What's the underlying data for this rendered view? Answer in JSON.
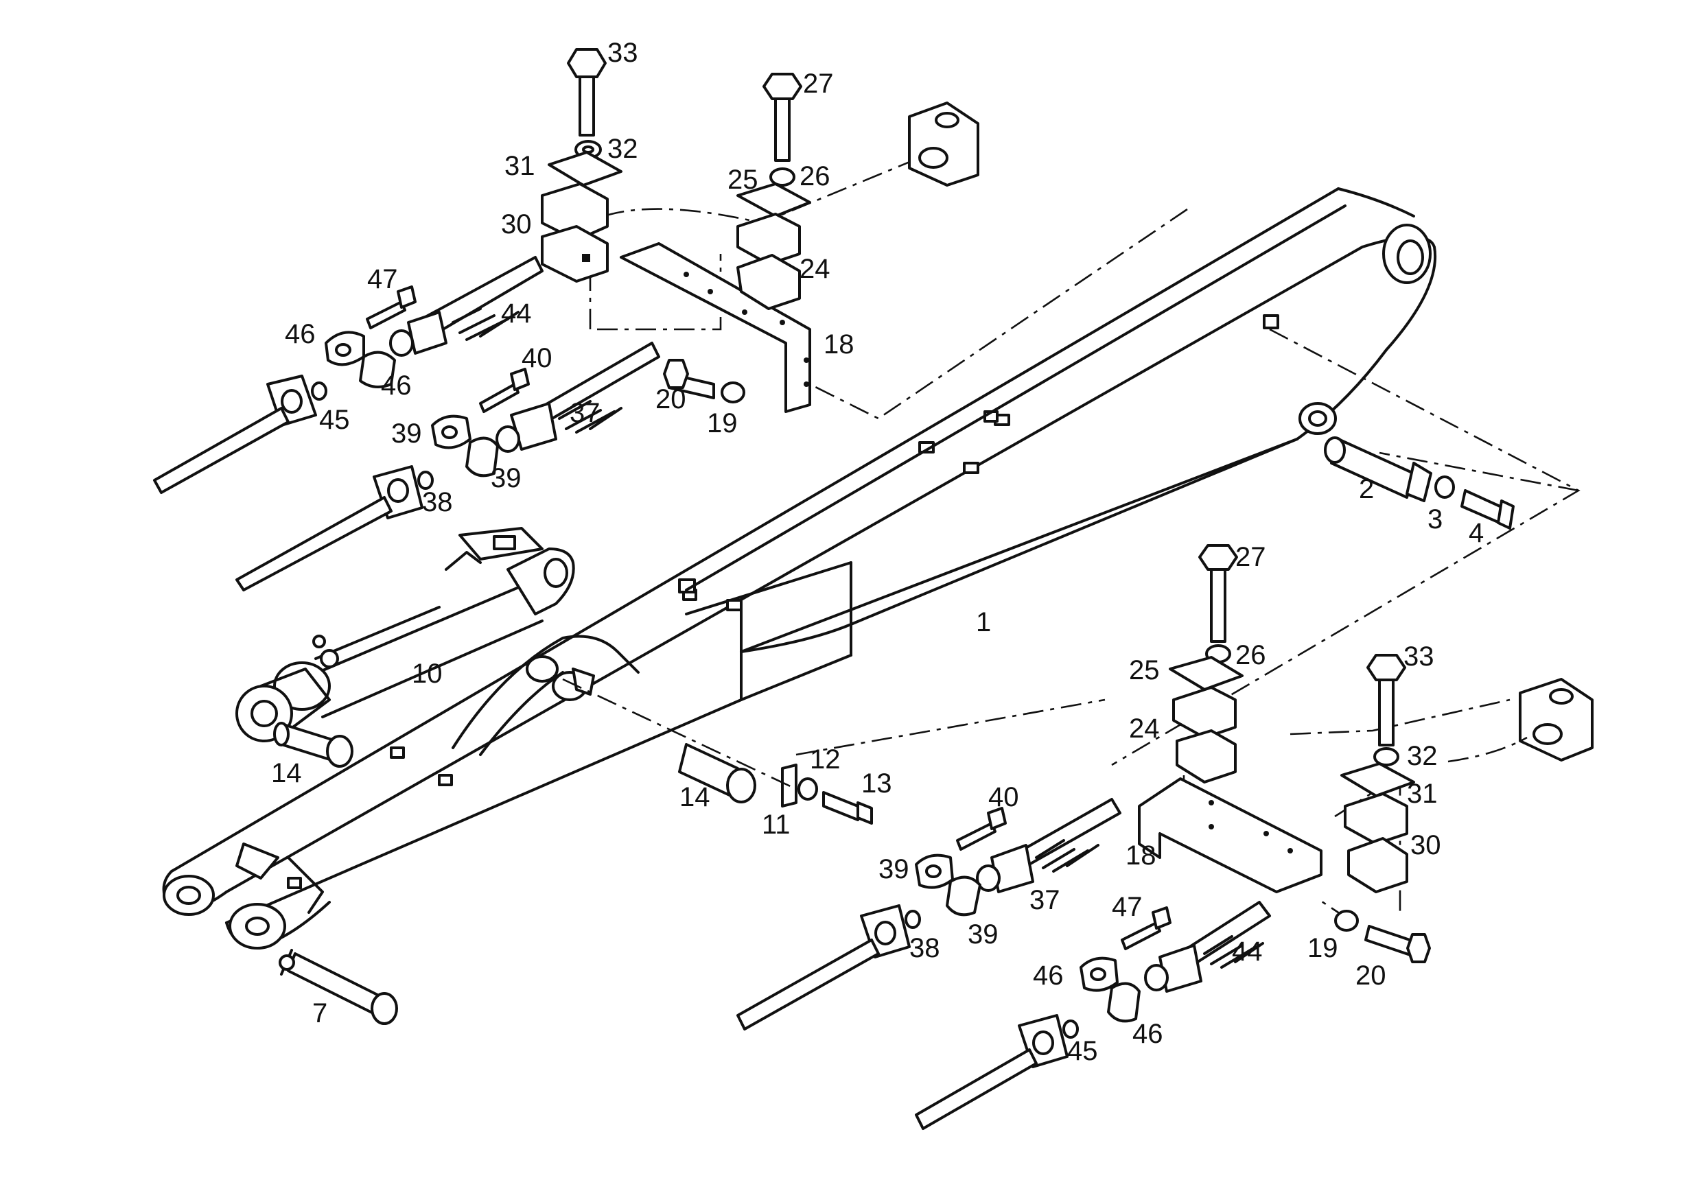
{
  "figure": {
    "kind": "exploded parts diagram",
    "callouts": [
      "1",
      "2",
      "3",
      "4",
      "7",
      "10",
      "11",
      "12",
      "13",
      "14",
      "18",
      "19",
      "20",
      "24",
      "25",
      "26",
      "27",
      "30",
      "31",
      "32",
      "33",
      "37",
      "38",
      "39",
      "40",
      "44",
      "45",
      "46",
      "47"
    ],
    "label_color": "#111111",
    "background": "#ffffff"
  },
  "labels": {
    "p1": "1",
    "p2": "2",
    "p3": "3",
    "p4": "4",
    "p7": "7",
    "p10": "10",
    "p11": "11",
    "p12": "12",
    "p13": "13",
    "p14a": "14",
    "p14b": "14",
    "p18a": "18",
    "p18b": "18",
    "p19a": "19",
    "p19b": "19",
    "p20a": "20",
    "p20b": "20",
    "p24a": "24",
    "p24b": "24",
    "p25a": "25",
    "p25b": "25",
    "p26a": "26",
    "p26b": "26",
    "p27a": "27",
    "p27b": "27",
    "p30a": "30",
    "p30b": "30",
    "p31a": "31",
    "p31b": "31",
    "p32a": "32",
    "p32b": "32",
    "p33a": "33",
    "p33b": "33",
    "p37a": "37",
    "p37b": "37",
    "p38a": "38",
    "p38b": "38",
    "p39a": "39",
    "p39b": "39",
    "p39c": "39",
    "p39d": "39",
    "p40a": "40",
    "p40b": "40",
    "p44a": "44",
    "p44b": "44",
    "p45a": "45",
    "p45b": "45",
    "p46a": "46",
    "p46b": "46",
    "p46c": "46",
    "p46d": "46",
    "p47a": "47",
    "p47b": "47"
  }
}
